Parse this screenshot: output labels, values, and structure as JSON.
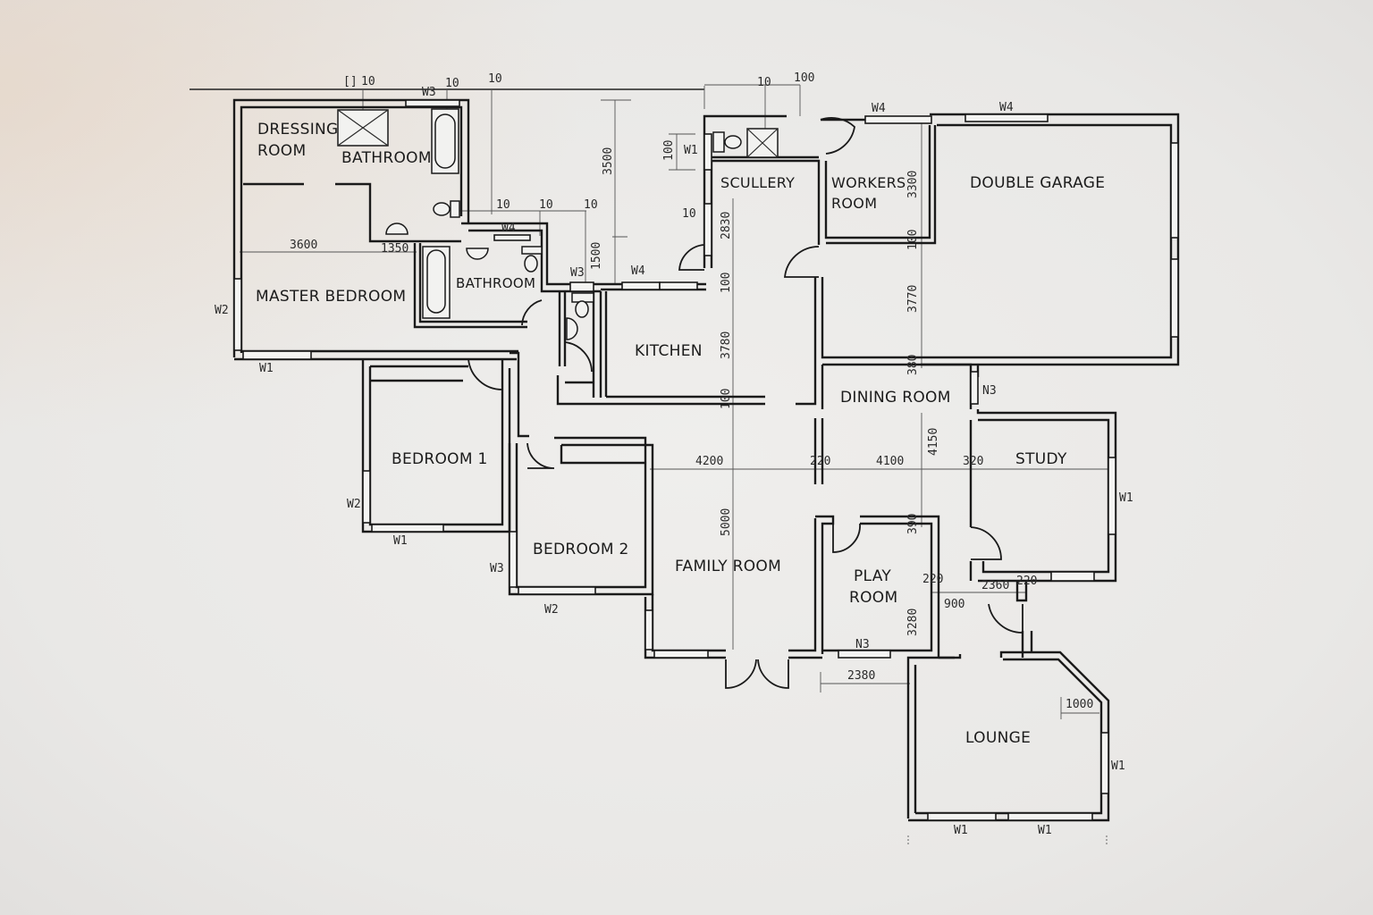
{
  "plan": {
    "rooms": [
      {
        "id": "dressing-room",
        "lines": [
          "DRESSING",
          "ROOM"
        ]
      },
      {
        "id": "ensuite-bathroom",
        "lines": [
          "BATHROOM"
        ]
      },
      {
        "id": "master-bedroom",
        "lines": [
          "MASTER BEDROOM"
        ]
      },
      {
        "id": "bathroom",
        "lines": [
          "BATHROOM"
        ]
      },
      {
        "id": "scullery",
        "lines": [
          "SCULLERY"
        ]
      },
      {
        "id": "workers-room",
        "lines": [
          "WORKERS",
          "ROOM"
        ]
      },
      {
        "id": "double-garage",
        "lines": [
          "DOUBLE GARAGE"
        ]
      },
      {
        "id": "kitchen",
        "lines": [
          "KITCHEN"
        ]
      },
      {
        "id": "dining-room",
        "lines": [
          "DINING ROOM"
        ]
      },
      {
        "id": "bedroom-1",
        "lines": [
          "BEDROOM 1"
        ]
      },
      {
        "id": "bedroom-2",
        "lines": [
          "BEDROOM 2"
        ]
      },
      {
        "id": "family-room",
        "lines": [
          "FAMILY ROOM"
        ]
      },
      {
        "id": "study",
        "lines": [
          "STUDY"
        ]
      },
      {
        "id": "play-room",
        "lines": [
          "PLAY",
          "ROOM"
        ]
      },
      {
        "id": "lounge",
        "lines": [
          "LOUNGE"
        ]
      }
    ],
    "windows": {
      "master_bedroom_side": "W2",
      "master_bedroom_front": "W1",
      "ensuite_top": "W3",
      "bathroom_top": "W4",
      "wc_window": "W3",
      "kitchen_top": "W4",
      "scullery_wc": "W1",
      "workers_top": "W4",
      "garage_top": "W4",
      "dining_side": "N3",
      "bedroom1_side": "W2",
      "bedroom1_front": "W1",
      "bedroom2_side": "W3",
      "bedroom2_front": "W2",
      "study_side": "W1",
      "playroom_front": "N3",
      "lounge_side": "W1",
      "lounge_front_left": "W1",
      "lounge_front_right": "W1"
    },
    "dimensions": {
      "top_10_a": "10",
      "top_10_b": "10",
      "top_10_c": "10",
      "top_mark": "[]",
      "mid_10_a": "10",
      "mid_10_b": "10",
      "mid_10_c": "10",
      "scullery_10": "10",
      "scullery_top_10": "10",
      "scullery_top_100": "100",
      "scullery_wc_100": "100",
      "v_3500": "3500",
      "v_1500": "1500",
      "v_2830": "2830",
      "v_100_a": "100",
      "v_3780": "3780",
      "v_100_b": "100",
      "v_5000": "5000",
      "master_3600": "3600",
      "master_1350": "1350",
      "garage_3300": "3300",
      "garage_100": "100",
      "garage_3770": "3770",
      "garage_380": "380",
      "dining_4150": "4150",
      "h_4200": "4200",
      "h_220_a": "220",
      "h_4100": "4100",
      "h_320": "320",
      "play_390": "390",
      "play_3280": "3280",
      "play_220": "220",
      "play_900": "900",
      "study_2360": "2360",
      "study_220": "220",
      "play_2380": "2380",
      "lounge_1000": "1000"
    }
  }
}
